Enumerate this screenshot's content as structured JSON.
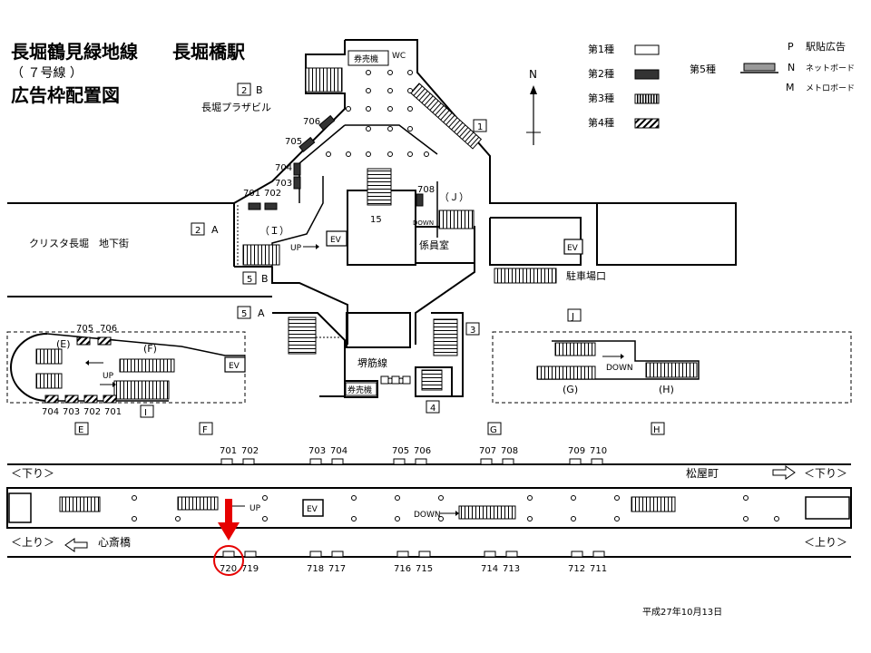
{
  "header": {
    "line_name": "長堀鶴見緑地線",
    "station_name": "長堀橋駅",
    "line_number": "（ ７号線 ）",
    "map_title": "広告枠配置図"
  },
  "legend": {
    "type1": "第1種",
    "type2": "第2種",
    "type3": "第3種",
    "type4": "第4種",
    "type5": "第5種",
    "p_key": "P",
    "p_label": "駅貼広告",
    "n_key": "N",
    "n_label": "ネットボード",
    "m_key": "M",
    "m_label": "メトロボード"
  },
  "compass": {
    "north": "N"
  },
  "concourse": {
    "ticket_machine": "券売機",
    "wc": "WC",
    "exit_2b": "2",
    "exit_2b_suffix": "B",
    "building_2b": "長堀プラザビル",
    "exit_1": "1",
    "exit_2a": "2",
    "exit_2a_suffix": "A",
    "underground_mall": "クリスタ長堀　地下街",
    "exit_5b": "5",
    "exit_5b_suffix": "B",
    "exit_5a": "5",
    "exit_5a_suffix": "A",
    "exit_j": "J",
    "exit_3": "3",
    "exit_4": "4",
    "staff_room": "係員室",
    "parking_exit": "駐車場口",
    "sakaisuji_line": "堺筋線",
    "ticket_machine_2": "券売機",
    "elevator": "EV",
    "elevator_2": "EV",
    "elevator_3": "EV",
    "up": "UP",
    "down": "DOWN",
    "stair_15": "15",
    "area_i": "（Ｉ）",
    "area_j": "（Ｊ）",
    "ads": [
      "706",
      "705",
      "704",
      "703",
      "701",
      "702",
      "708"
    ]
  },
  "section_left": {
    "area_e": "(E)",
    "area_f": "(F)",
    "up": "UP",
    "elevator": "EV",
    "ads_top": [
      "705",
      "706"
    ],
    "ads_bottom": [
      "704",
      "703",
      "702",
      "701"
    ],
    "box_label": "I"
  },
  "section_right": {
    "area_g": "(G)",
    "area_h": "(H)",
    "down": "DOWN"
  },
  "platform": {
    "section_labels": [
      "E",
      "F",
      "G",
      "H"
    ],
    "top_ads": [
      "701",
      "702",
      "703",
      "704",
      "705",
      "706",
      "707",
      "708",
      "709",
      "710"
    ],
    "bottom_ads": [
      "720",
      "719",
      "718",
      "717",
      "716",
      "715",
      "714",
      "713",
      "712",
      "711"
    ],
    "dir_down_left": "＜下り＞",
    "dir_down_right": "＜下り＞",
    "dir_up_left": "＜上り＞",
    "dir_up_right": "＜上り＞",
    "next_station_right": "松屋町",
    "next_station_left": "心斎橋",
    "up": "UP",
    "down": "DOWN",
    "elevator": "EV",
    "highlighted_ad": "720"
  },
  "footer": {
    "date": "平成27年10月13日"
  },
  "colors": {
    "highlight": "#e60000",
    "dark_ad": "#333333",
    "line": "#000000"
  }
}
